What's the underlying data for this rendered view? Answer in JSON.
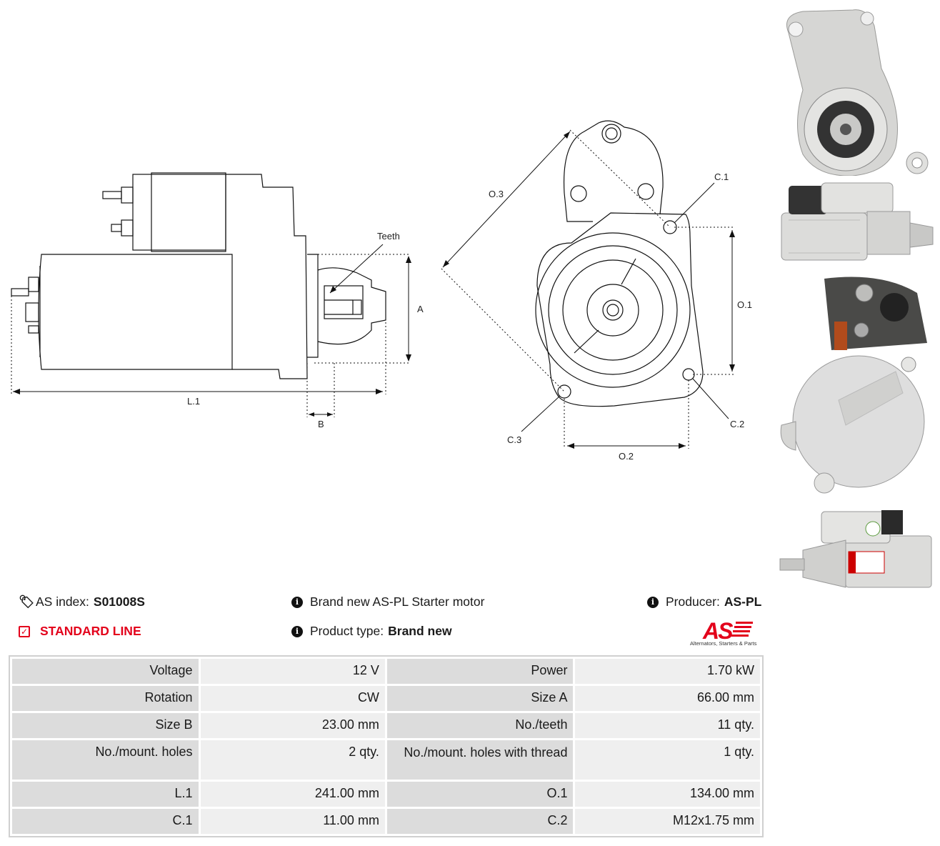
{
  "drawing": {
    "labels": {
      "teeth": "Teeth",
      "a": "A",
      "b": "B",
      "l1": "L.1",
      "o1": "O.1",
      "o2": "O.2",
      "o3": "O.3",
      "c1": "C.1",
      "c2": "C.2",
      "c3": "C.3"
    }
  },
  "photos": [
    {
      "icon": "starter-front-view"
    },
    {
      "icon": "starter-side-view"
    },
    {
      "icon": "starter-rear-view"
    },
    {
      "icon": "starter-side-view-label"
    }
  ],
  "info": {
    "as_index_label": "AS index:",
    "as_index_value": "S01008S",
    "line": "STANDARD LINE",
    "description": "Brand new AS-PL Starter motor",
    "product_type_label": "Product type:",
    "product_type_value": "Brand new",
    "producer_label": "Producer:",
    "producer_value": "AS-PL",
    "accent_color": "#e3001b"
  },
  "logo": {
    "text": "AS",
    "subtitle": "Alternators, Starters & Parts"
  },
  "specs": [
    {
      "l1": "Voltage",
      "v1": "12 V",
      "l2": "Power",
      "v2": "1.70 kW"
    },
    {
      "l1": "Rotation",
      "v1": "CW",
      "l2": "Size A",
      "v2": "66.00 mm"
    },
    {
      "l1": "Size B",
      "v1": "23.00 mm",
      "l2": "No./teeth",
      "v2": "11 qty."
    },
    {
      "l1": "No./mount. holes",
      "v1": "2 qty.",
      "l2": "No./mount. holes with thread",
      "v2": "1 qty."
    },
    {
      "l1": "L.1",
      "v1": "241.00 mm",
      "l2": "O.1",
      "v2": "134.00 mm"
    },
    {
      "l1": "C.1",
      "v1": "11.00 mm",
      "l2": "C.2",
      "v2": "M12x1.75 mm"
    }
  ]
}
